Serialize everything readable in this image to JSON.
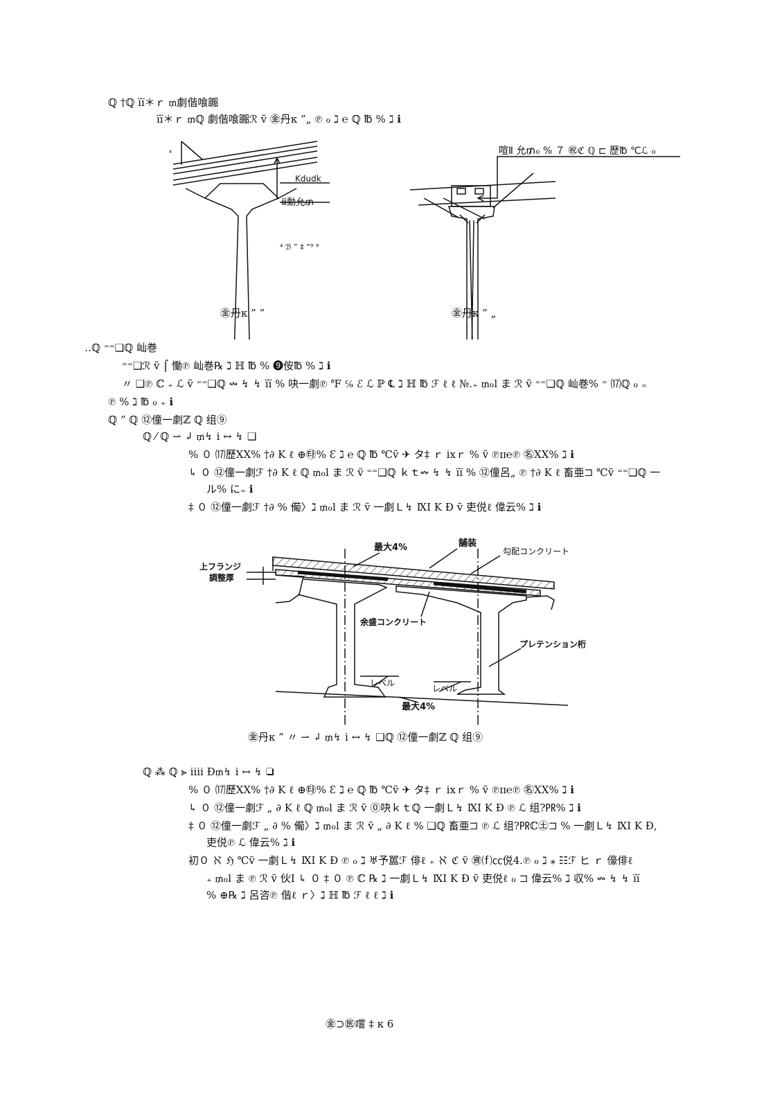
{
  "section1": {
    "heading": "ℚ †ℚ ïï＊ｒ ₥劇偕喰嚻",
    "line1": "ïï＊ｒ ₥ℚ 劇偕喰嚻ℛ ṽ ㊎丹κ ”„ ℗ ℴ ℷ ℮ ℚ ℔ % ℷ ℹ"
  },
  "figure1": {
    "label_top_right": "喧Ⅱ 允₥ℴ % ７ ㊗ℭ ℚ ⊏ 歷℔ ℃ℒ ℴ",
    "label_kdudk": "Kdudk",
    "label_mid": "ⅲ勳允₥",
    "label_small": "⁴ ℬ ” ‡ “⁹ ⁹",
    "label_tick": "⁴",
    "caption_left": "㊎丹κ ” ”",
    "caption_right": "㊎丹κ ” „"
  },
  "section2": {
    "heading": "‥ℚ ⁼⁼❑ℚ 屾巻",
    "line1": "⁼⁼❑ℛ ṽ ⌠ 慟℗ 屾巻℞ ℷ ℍ ℔ % ❾侒℔ % ℷ ℹ",
    "line2": "〃 ❑℗ ℂ ₊ ℒ ṽ ⁼⁼❑ℚ ↭ ↯ ↯ ïï % 吷一劇℗ ℉ ℅ ℰ ℒ ℙ ℄ ℷ ℍ ℔ ℱ ℓ ℓ №.₊ ₥ℴl ま ℛ ṽ ⁼⁼❑ℚ 屾巻% ⁼ ⒄ℚ ℴ ₌",
    "line3": "℗ % ℷ ℔ ℴ ₊ ℹ"
  },
  "subsection1": {
    "heading": "ℚ ” ℚ ⑫僮一劇ℤ ℚ 组⑨",
    "sub_heading": "ℚ ⁄ ℚ ⇀ ↲ ₥↯ ⅰ ↔ ↯ ❑",
    "item_a": "% ０ ⒄歷ⅩⅩ% †∂ Κ ℓ ⊕㉹% Ɛ ℷ ℮ ℚ ℔ ℃ṽ ✈ タ‡ ｒ ⅸｒ % ṽ ℗ɪɪ℮℗ ㊔ⅩⅩ% ℷ ℹ",
    "item_b": "↳ ０ ⑫僮一劇ℱ †∂ Κ ℓ ℚ ₥ℴl ま ℛ ṽ ⁼⁼❑ℚ ｋｔ↭ ↯ ↯ ïï % ⑫僮呂„ ℗ †∂ Κ ℓ 畜亜⊐ ℃ṽ ⁼⁼❑ℚ 一",
    "item_b2": "ル% に₌ ℹ",
    "item_c": "‡ ０ ⑫僮一劇ℱ †∂ % 僃〉ℷ ₥ℴl ま ℛ ṽ 一劇Ｌ↯ ⅨⅠ Κ Ɖ ṽ 吏侻ℓ 偉云% ℷ ℹ"
  },
  "figure2": {
    "label_max_top": "最大4%",
    "label_pavement": "舗装",
    "label_slope_concrete": "勾配コンクリート",
    "label_upper_flange_1": "上フランジ",
    "label_upper_flange_2": "調整厚",
    "label_extra_concrete": "余盛コンクリート",
    "label_pretension": "プレテンション桁",
    "label_level_1": "レベル",
    "label_level_2": "レベル",
    "label_max_bottom": "最大4%",
    "caption": "㊎丹κ ” 〃 ⇀ ↲ ₥↯ ⅰ ↔ ↯ ❑ℚ ⑫僮一劇ℤ ℚ 组⑨"
  },
  "subsection2": {
    "sub_heading": "ℚ ⁂ ℚ ⪢ ⅲⅰ Ɖ₥↯ ⅰ ↔ ↯ ❑",
    "item_a": "% ０ ⒄歷ⅩⅩ% †∂ Κ ℓ ⊕㉹% Ɛ ℷ ℮ ℚ ℔ ℃ṽ ✈ タ‡ ｒ ⅸｒ % ṽ ℗ɪɪ℮℗ ㊔ⅩⅩ% ℷ ℹ",
    "item_b": "↳ ０ ⑫僮一劇ℱ „ ∂ Κ ℓ ℚ ₥ℴl ま ℛ ṽ ⓪吷ｋｔℚ 一劇Ｌ↯ ⅨⅠ Κ Ɖ ℗ ℒ 组?㏚% ℷ ℹ",
    "item_c": "‡ ０ ⑫僮一劇ℱ „ ∂ % 僃〉ℷ ₥ℴl ま ℛ ṽ „ ∂ Κ ℓ % ❑ℚ 畜亜⊐ ℗ ℒ 组?㏚ℂ㊏⊐ % 一劇Ｌ↯ ⅨⅠ Κ Ɖ,",
    "item_c2": "吏侻℗ ℒ 偉云% ℷ ℹ",
    "item_d": "初０ ℵ ℌ ℃ṽ 一劇Ｌ↯ ⅨⅠ Κ Ɖ ℗ ℴ ℷ ♅予嚚ℱ 俳ℓ ₊ ℵ ℭ ṽ ㊮⒡㏄侻4.℗ ℴ ℷ ⁎ ☷ℱ ヒ ｒ 儫俳ℓ",
    "item_d2": "₊ ₥ℴl ま ℗ ℛ ṽ 伙Ⅰ ↳ ０ ‡ ０ ℗ ℂ ℞ ℷ 一劇Ｌ↯ ⅨⅠ Κ Ɖ ṽ 吏侻ℓ ℴ ⊐ 偉云% ℷ 収% ↭ ↯ ↯ ïï",
    "item_d3": "% ⊕℞ ℷ 呂咨℗ 偕ℓ ｒ〉ℷ ℍ ℔ ℱ ℓ ℓ ℷ ℹ"
  },
  "footer": {
    "page_number": "㊎⊃㊩嚐 ‡ κ 6"
  }
}
